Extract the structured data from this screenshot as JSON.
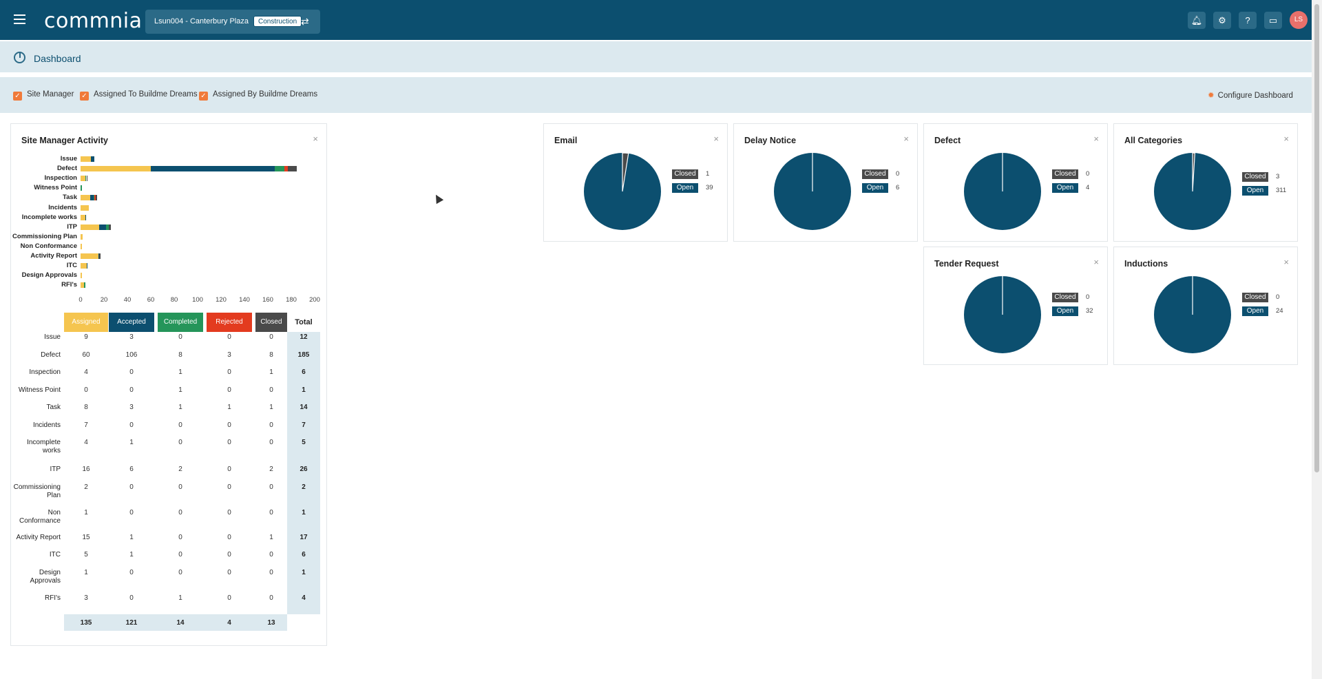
{
  "header": {
    "logo_text": "commnia",
    "project_name": "Lsun004 - Canterbury Plaza",
    "project_badge": "Construction",
    "avatar_initials": "LS"
  },
  "breadcrumb": {
    "title": "Dashboard"
  },
  "filters": {
    "items": [
      "Site Manager",
      "Assigned To Buildme Dreams",
      "Assigned By Buildme Dreams"
    ],
    "configure_label": "Configure Dashboard"
  },
  "colors": {
    "assigned": "#f5c54f",
    "accepted": "#0c4f6f",
    "completed": "#25955a",
    "rejected": "#e33b1f",
    "closed": "#4a4a4a"
  },
  "activity": {
    "title": "Site Manager Activity",
    "close_label": "×",
    "statuses": [
      "Assigned",
      "Accepted",
      "Completed",
      "Rejected",
      "Closed"
    ],
    "total_label": "Total",
    "rows": [
      {
        "label": "Issue",
        "values": [
          9,
          3,
          0,
          0,
          0
        ],
        "total": 12
      },
      {
        "label": "Defect",
        "values": [
          60,
          106,
          8,
          3,
          8
        ],
        "total": 185
      },
      {
        "label": "Inspection",
        "values": [
          4,
          0,
          1,
          0,
          1
        ],
        "total": 6
      },
      {
        "label": "Witness Point",
        "values": [
          0,
          0,
          1,
          0,
          0
        ],
        "total": 1
      },
      {
        "label": "Task",
        "values": [
          8,
          3,
          1,
          1,
          1
        ],
        "total": 14
      },
      {
        "label": "Incidents",
        "values": [
          7,
          0,
          0,
          0,
          0
        ],
        "total": 7
      },
      {
        "label": "Incomplete works",
        "values": [
          4,
          1,
          0,
          0,
          0
        ],
        "total": 5
      },
      {
        "label": "ITP",
        "values": [
          16,
          6,
          2,
          0,
          2
        ],
        "total": 26
      },
      {
        "label": "Commissioning Plan",
        "values": [
          2,
          0,
          0,
          0,
          0
        ],
        "total": 2
      },
      {
        "label": "Non Conformance",
        "values": [
          1,
          0,
          0,
          0,
          0
        ],
        "total": 1
      },
      {
        "label": "Activity Report",
        "values": [
          15,
          1,
          0,
          0,
          1
        ],
        "total": 17
      },
      {
        "label": "ITC",
        "values": [
          5,
          1,
          0,
          0,
          0
        ],
        "total": 6
      },
      {
        "label": "Design Approvals",
        "values": [
          1,
          0,
          0,
          0,
          0
        ],
        "total": 1
      },
      {
        "label": "RFI's",
        "values": [
          3,
          0,
          1,
          0,
          0
        ],
        "total": 4
      }
    ],
    "column_totals": [
      135,
      121,
      14,
      4,
      13
    ]
  },
  "chart_data": {
    "type": "bar",
    "orientation": "horizontal",
    "stacked": true,
    "categories": [
      "Issue",
      "Defect",
      "Inspection",
      "Witness Point",
      "Task",
      "Incidents",
      "Incomplete works",
      "ITP",
      "Commissioning Plan",
      "Non Conformance",
      "Activity Report",
      "ITC",
      "Design Approvals",
      "RFI's"
    ],
    "series": [
      {
        "name": "Assigned",
        "values": [
          9,
          60,
          4,
          0,
          8,
          7,
          4,
          16,
          2,
          1,
          15,
          5,
          1,
          3
        ]
      },
      {
        "name": "Accepted",
        "values": [
          3,
          106,
          0,
          0,
          3,
          0,
          1,
          6,
          0,
          0,
          1,
          1,
          0,
          0
        ]
      },
      {
        "name": "Completed",
        "values": [
          0,
          8,
          1,
          1,
          1,
          0,
          0,
          2,
          0,
          0,
          0,
          0,
          0,
          1
        ]
      },
      {
        "name": "Rejected",
        "values": [
          0,
          3,
          0,
          0,
          1,
          0,
          0,
          0,
          0,
          0,
          0,
          0,
          0,
          0
        ]
      },
      {
        "name": "Closed",
        "values": [
          0,
          8,
          1,
          0,
          1,
          0,
          0,
          2,
          0,
          0,
          1,
          0,
          0,
          0
        ]
      }
    ],
    "xlim": [
      0,
      200
    ],
    "xticks": [
      0,
      20,
      40,
      60,
      80,
      100,
      120,
      140,
      160,
      180,
      200
    ]
  },
  "pies": [
    {
      "id": "email",
      "title": "Email",
      "closed": 1,
      "open": 39
    },
    {
      "id": "delay",
      "title": "Delay Notice",
      "closed": 0,
      "open": 6
    },
    {
      "id": "defect",
      "title": "Defect",
      "closed": 0,
      "open": 4
    },
    {
      "id": "allcat",
      "title": "All Categories",
      "closed": 3,
      "open": 311
    },
    {
      "id": "tender",
      "title": "Tender Request",
      "closed": 0,
      "open": 32
    },
    {
      "id": "inductions",
      "title": "Inductions",
      "closed": 0,
      "open": 24
    }
  ],
  "pie_legend": {
    "closed_label": "Closed",
    "open_label": "Open"
  }
}
